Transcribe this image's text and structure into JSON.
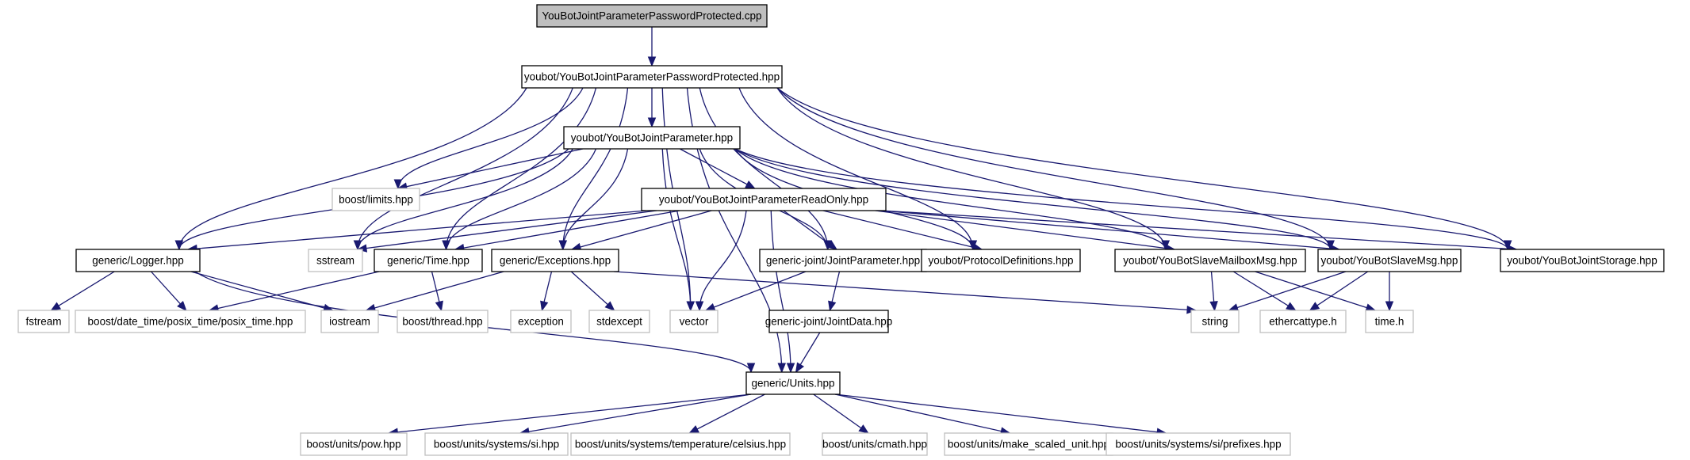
{
  "diagram": {
    "title": "YouBotJointParameterPasswordProtected.cpp",
    "colors": {
      "edge": "#191970",
      "root_fill": "#bfbfbf",
      "local_border": "#000000",
      "system_border": "#bfbfbf",
      "system_text": "#000000",
      "background": "#ffffff"
    },
    "nodes": [
      {
        "id": "root",
        "label": "YouBotJointParameterPasswordProtected.cpp",
        "kind": "root"
      },
      {
        "id": "hpp",
        "label": "youbot/YouBotJointParameterPasswordProtected.hpp",
        "kind": "local"
      },
      {
        "id": "jp",
        "label": "youbot/YouBotJointParameter.hpp",
        "kind": "local"
      },
      {
        "id": "limits",
        "label": "boost/limits.hpp",
        "kind": "system"
      },
      {
        "id": "ro",
        "label": "youbot/YouBotJointParameterReadOnly.hpp",
        "kind": "local"
      },
      {
        "id": "logger",
        "label": "generic/Logger.hpp",
        "kind": "local"
      },
      {
        "id": "sstream",
        "label": "sstream",
        "kind": "system"
      },
      {
        "id": "time",
        "label": "generic/Time.hpp",
        "kind": "local"
      },
      {
        "id": "exceptions",
        "label": "generic/Exceptions.hpp",
        "kind": "local"
      },
      {
        "id": "gjparam",
        "label": "generic-joint/JointParameter.hpp",
        "kind": "local"
      },
      {
        "id": "protocol",
        "label": "youbot/ProtocolDefinitions.hpp",
        "kind": "local"
      },
      {
        "id": "mailbox",
        "label": "youbot/YouBotSlaveMailboxMsg.hpp",
        "kind": "local"
      },
      {
        "id": "slavemsg",
        "label": "youbot/YouBotSlaveMsg.hpp",
        "kind": "local"
      },
      {
        "id": "storage",
        "label": "youbot/YouBotJointStorage.hpp",
        "kind": "local"
      },
      {
        "id": "fstream",
        "label": "fstream",
        "kind": "system"
      },
      {
        "id": "posix",
        "label": "boost/date_time/posix_time/posix_time.hpp",
        "kind": "system"
      },
      {
        "id": "iostream",
        "label": "iostream",
        "kind": "system"
      },
      {
        "id": "thread",
        "label": "boost/thread.hpp",
        "kind": "system"
      },
      {
        "id": "exception",
        "label": "exception",
        "kind": "system"
      },
      {
        "id": "stdexcept",
        "label": "stdexcept",
        "kind": "system"
      },
      {
        "id": "vector",
        "label": "vector",
        "kind": "system"
      },
      {
        "id": "jointdata",
        "label": "generic-joint/JointData.hpp",
        "kind": "local"
      },
      {
        "id": "string",
        "label": "string",
        "kind": "system"
      },
      {
        "id": "ethercat",
        "label": "ethercattype.h",
        "kind": "system"
      },
      {
        "id": "timeh",
        "label": "time.h",
        "kind": "system"
      },
      {
        "id": "units",
        "label": "generic/Units.hpp",
        "kind": "local"
      },
      {
        "id": "pow",
        "label": "boost/units/pow.hpp",
        "kind": "system"
      },
      {
        "id": "si",
        "label": "boost/units/systems/si.hpp",
        "kind": "system"
      },
      {
        "id": "celsius",
        "label": "boost/units/systems/temperature/celsius.hpp",
        "kind": "system"
      },
      {
        "id": "cmath",
        "label": "boost/units/cmath.hpp",
        "kind": "system"
      },
      {
        "id": "scaled",
        "label": "boost/units/make_scaled_unit.hpp",
        "kind": "system"
      },
      {
        "id": "prefixes",
        "label": "boost/units/systems/si/prefixes.hpp",
        "kind": "system"
      }
    ],
    "edges": [
      [
        "root",
        "hpp"
      ],
      [
        "hpp",
        "jp"
      ],
      [
        "hpp",
        "limits"
      ],
      [
        "hpp",
        "logger"
      ],
      [
        "hpp",
        "sstream"
      ],
      [
        "hpp",
        "time"
      ],
      [
        "hpp",
        "exceptions"
      ],
      [
        "hpp",
        "gjparam"
      ],
      [
        "hpp",
        "protocol"
      ],
      [
        "hpp",
        "mailbox"
      ],
      [
        "hpp",
        "slavemsg"
      ],
      [
        "hpp",
        "storage"
      ],
      [
        "hpp",
        "vector"
      ],
      [
        "hpp",
        "units"
      ],
      [
        "jp",
        "limits"
      ],
      [
        "jp",
        "ro"
      ],
      [
        "jp",
        "logger"
      ],
      [
        "jp",
        "sstream"
      ],
      [
        "jp",
        "time"
      ],
      [
        "jp",
        "exceptions"
      ],
      [
        "jp",
        "gjparam"
      ],
      [
        "jp",
        "protocol"
      ],
      [
        "jp",
        "mailbox"
      ],
      [
        "jp",
        "slavemsg"
      ],
      [
        "jp",
        "storage"
      ],
      [
        "jp",
        "vector"
      ],
      [
        "ro",
        "logger"
      ],
      [
        "ro",
        "sstream"
      ],
      [
        "ro",
        "time"
      ],
      [
        "ro",
        "exceptions"
      ],
      [
        "ro",
        "gjparam"
      ],
      [
        "ro",
        "protocol"
      ],
      [
        "ro",
        "mailbox"
      ],
      [
        "ro",
        "slavemsg"
      ],
      [
        "ro",
        "storage"
      ],
      [
        "ro",
        "vector"
      ],
      [
        "ro",
        "units"
      ],
      [
        "logger",
        "fstream"
      ],
      [
        "logger",
        "posix"
      ],
      [
        "logger",
        "iostream"
      ],
      [
        "logger",
        "units"
      ],
      [
        "time",
        "posix"
      ],
      [
        "time",
        "thread"
      ],
      [
        "exceptions",
        "iostream"
      ],
      [
        "exceptions",
        "exception"
      ],
      [
        "exceptions",
        "stdexcept"
      ],
      [
        "exceptions",
        "string"
      ],
      [
        "gjparam",
        "jointdata"
      ],
      [
        "gjparam",
        "vector"
      ],
      [
        "jointdata",
        "units"
      ],
      [
        "mailbox",
        "string"
      ],
      [
        "mailbox",
        "ethercat"
      ],
      [
        "mailbox",
        "timeh"
      ],
      [
        "slavemsg",
        "string"
      ],
      [
        "slavemsg",
        "ethercat"
      ],
      [
        "slavemsg",
        "timeh"
      ],
      [
        "units",
        "pow"
      ],
      [
        "units",
        "si"
      ],
      [
        "units",
        "celsius"
      ],
      [
        "units",
        "cmath"
      ],
      [
        "units",
        "scaled"
      ],
      [
        "units",
        "prefixes"
      ]
    ]
  }
}
